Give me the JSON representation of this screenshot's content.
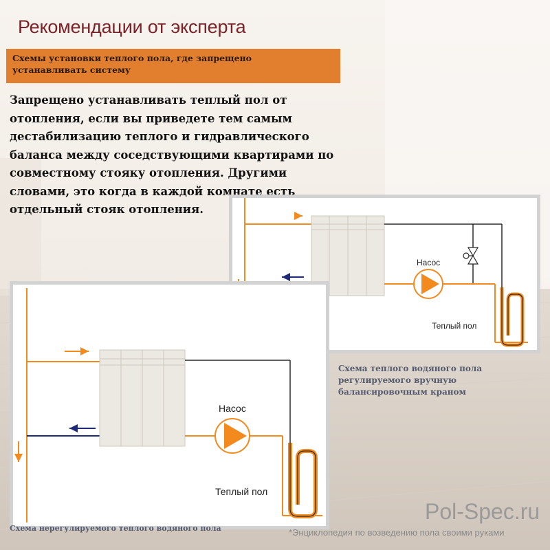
{
  "header": {
    "title": "Рекомендации от эксперта"
  },
  "banner": {
    "text": "Схемы установки теплого пола, где запрещено устанавливать систему"
  },
  "body": {
    "text": "Запрещено устанавливать теплый пол от отопления, если вы приведете тем самым дестабилизацию теплого и гидравлического баланса между соседствующими квартирами по совместному стояку отопления. Другими словами, это когда в каждой комнате есть отдельный стояк отопления."
  },
  "diagram_balanced": {
    "pump_label": "Насос",
    "floor_label": "Теплый пол",
    "caption": "Схема теплого водяного пола регулируемого вручную балансировочным краном"
  },
  "diagram_unregulated": {
    "pump_label": "Насос",
    "floor_label": "Теплый пол",
    "caption": "Схема нерегулируемого теплого водяного пола"
  },
  "footer": {
    "brand": "Pol-Spec.ru",
    "subtitle": "*Энциклопедия по возведению пола своими руками"
  },
  "colors": {
    "title": "#7a2328",
    "banner": "#e27f2e",
    "pipe_hot": "#f28a1e",
    "pipe_return": "#1f2a78",
    "pipe_dark": "#2a2a2a",
    "caption": "#555b6e"
  }
}
